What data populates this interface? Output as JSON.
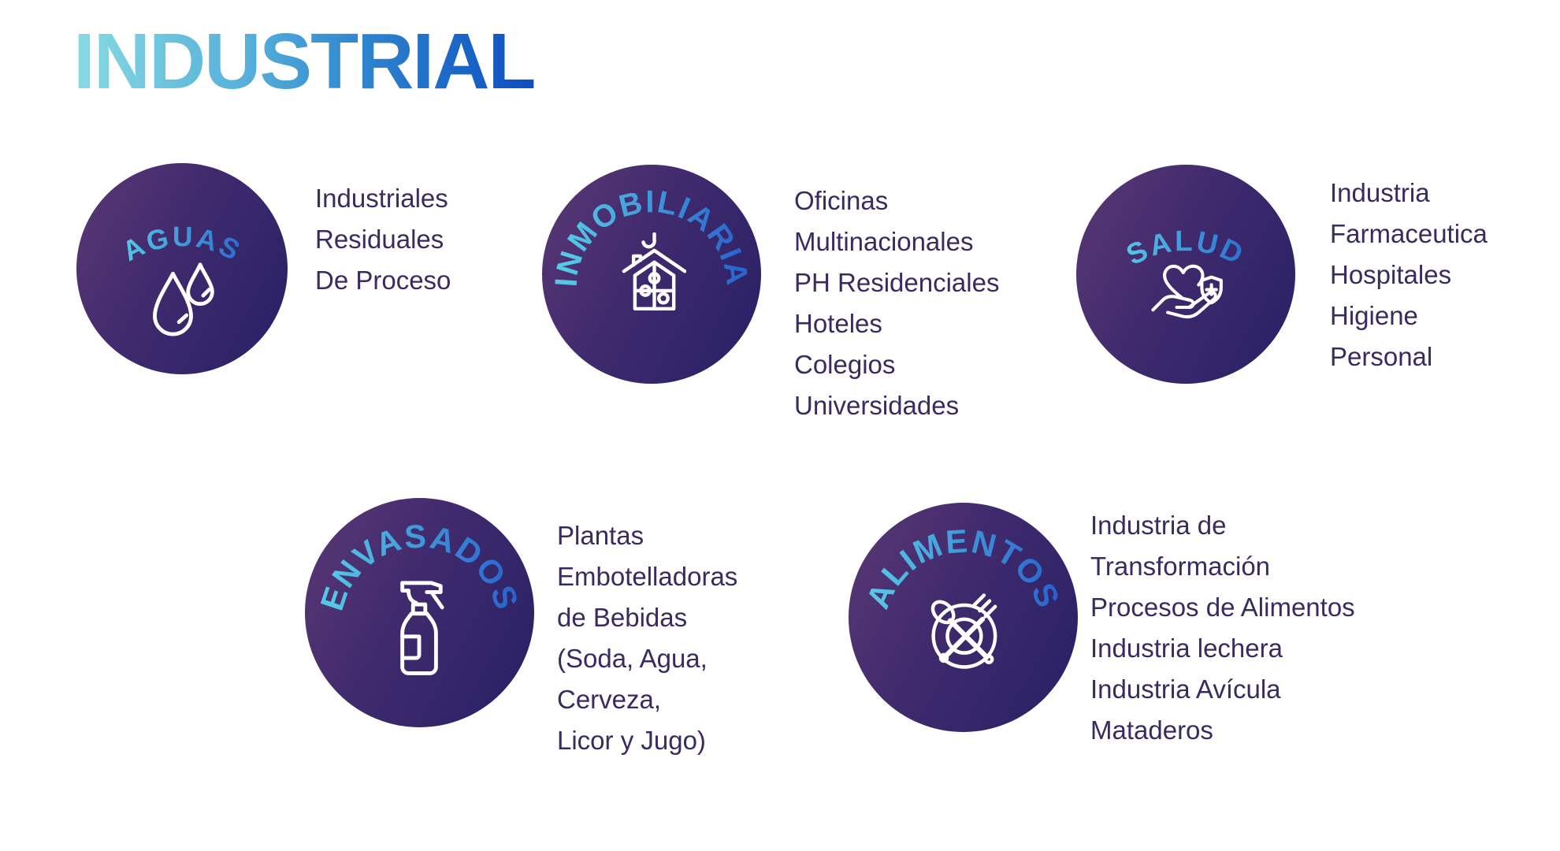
{
  "title": "INDUSTRIAL",
  "theme": {
    "title_gradient": [
      "#87dbe2",
      "#2f86cf",
      "#0c4dc1"
    ],
    "circle_gradient": [
      "#5b3875",
      "#272066"
    ],
    "label_gradient": [
      "#55c8e7",
      "#2a65ce"
    ],
    "body_text_color": "#3a2a62",
    "icon_stroke": "#ffffff",
    "background": "#ffffff"
  },
  "categories": [
    {
      "id": "aguas",
      "label": "AGUAS",
      "icon": "water-drops-icon",
      "items": [
        "Industriales",
        "Residuales",
        "De Proceso"
      ]
    },
    {
      "id": "inmobiliaria",
      "label": "INMOBILIARIA",
      "icon": "house-puzzle-icon",
      "items": [
        "Oficinas",
        "Multinacionales",
        "PH Residenciales",
        "Hoteles",
        "Colegios",
        "Universidades"
      ]
    },
    {
      "id": "salud",
      "label": "SALUD",
      "icon": "hand-heart-shield-icon",
      "items": [
        "Industria",
        "Farmaceutica",
        "Hospitales",
        "Higiene",
        "Personal"
      ]
    },
    {
      "id": "envasados",
      "label": "ENVASADOS",
      "icon": "spray-bottle-icon",
      "items": [
        "Plantas",
        "Embotelladoras",
        "de Bebidas",
        "(Soda, Agua,",
        "Cerveza,",
        "Licor y Jugo)"
      ]
    },
    {
      "id": "alimentos",
      "label": "ALIMENTOS",
      "icon": "utensils-plate-icon",
      "items": [
        "Industria de",
        "Transformación",
        "Procesos de Alimentos",
        "Industria lechera",
        "Industria Avícula",
        "Mataderos"
      ]
    }
  ]
}
